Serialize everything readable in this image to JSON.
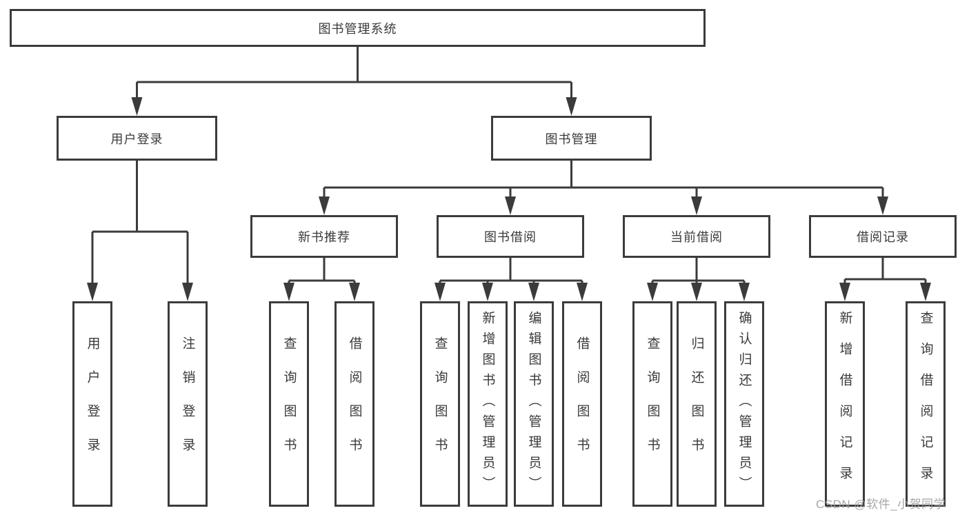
{
  "diagram_title": "图书管理系统",
  "nodes": {
    "root": {
      "label": "图书管理系统"
    },
    "user": {
      "label": "用户登录",
      "children": [
        {
          "label": "用户登录"
        },
        {
          "label": "注销登录"
        }
      ]
    },
    "book": {
      "label": "图书管理",
      "children": [
        {
          "label": "新书推荐",
          "children": [
            {
              "label": "查询图书"
            },
            {
              "label": "借阅图书"
            }
          ]
        },
        {
          "label": "图书借阅",
          "children": [
            {
              "label": "查询图书"
            },
            {
              "label": "新增图书（管理员）"
            },
            {
              "label": "编辑图书（管理员）"
            },
            {
              "label": "借阅图书"
            }
          ]
        },
        {
          "label": "当前借阅",
          "children": [
            {
              "label": "查询图书"
            },
            {
              "label": "归还图书"
            },
            {
              "label": "确认归还（管理员）"
            }
          ]
        },
        {
          "label": "借阅记录",
          "children": [
            {
              "label": "新增借阅记录"
            },
            {
              "label": "查询借阅记录"
            }
          ]
        }
      ]
    }
  },
  "watermark": "CSDN @软件_小贺同学",
  "colors": {
    "line": "#3b3b3b",
    "text": "#3a3a3a",
    "watermark": "#9d9d9d",
    "background": "#ffffff"
  }
}
